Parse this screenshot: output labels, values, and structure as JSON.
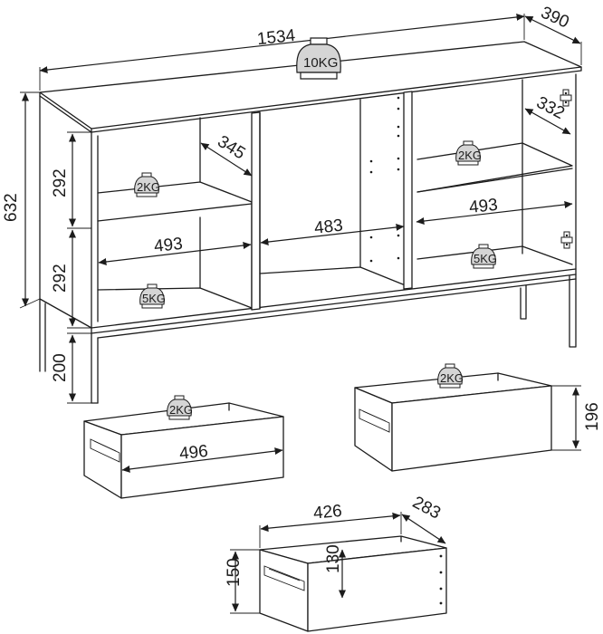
{
  "dimensions": {
    "overall_width": "1534",
    "overall_depth": "390",
    "overall_height": "632",
    "shelf_depth": "345",
    "door_depth": "332",
    "upper_compartment_height": "292",
    "lower_compartment_height": "292",
    "left_shelf_width": "493",
    "center_compartment_width": "483",
    "right_shelf_width": "493",
    "leg_height": "200",
    "large_drawer_width": "496",
    "large_drawer_height": "196",
    "small_drawer_width": "426",
    "small_drawer_depth": "283",
    "small_drawer_height": "150",
    "small_drawer_inner_height": "130"
  },
  "weights": {
    "top": "10KG",
    "left_upper_shelf": "2KG",
    "left_lower_shelf": "5KG",
    "right_upper_shelf": "2KG",
    "right_lower_shelf": "5KG",
    "drawer_left": "2KG",
    "drawer_right": "2KG"
  }
}
